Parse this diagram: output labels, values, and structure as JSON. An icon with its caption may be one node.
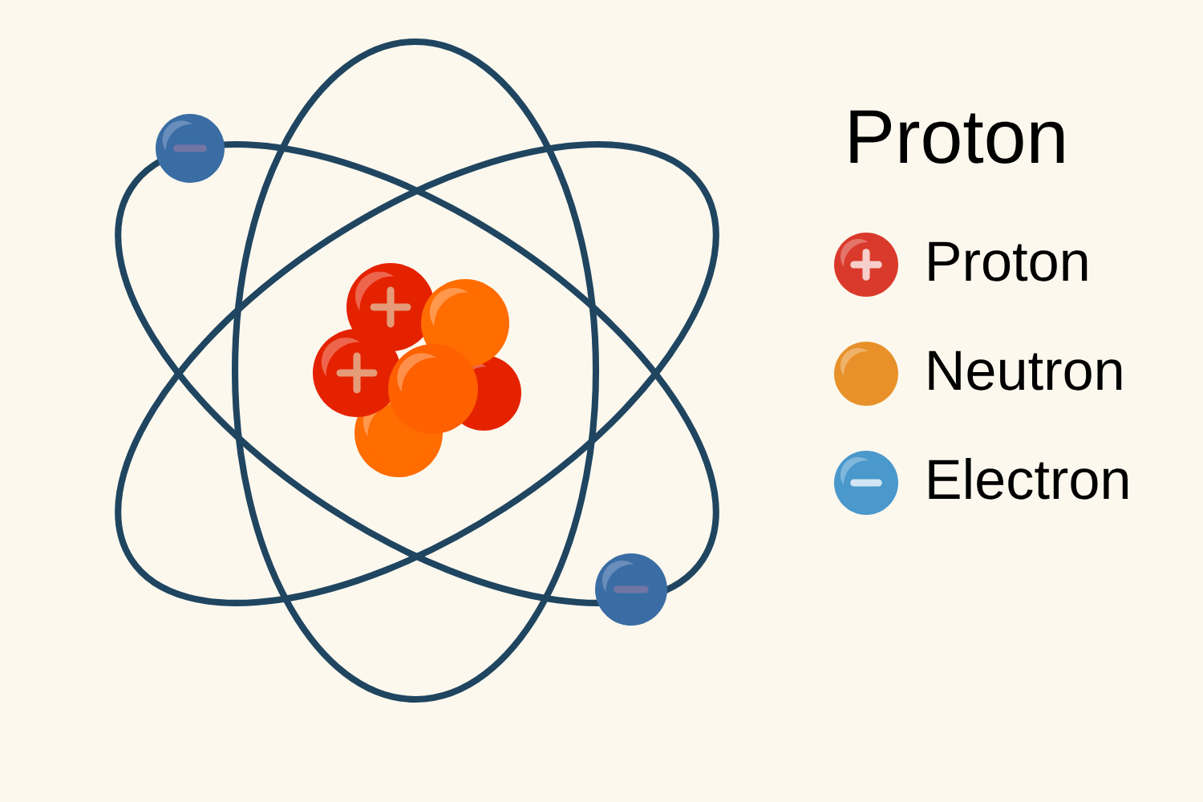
{
  "diagram": {
    "title": "Proton",
    "legend": [
      {
        "text": "Proton",
        "color": "#d93a2b"
      },
      {
        "text": "Neutron",
        "color": "#e8912a"
      },
      {
        "text": "Electron",
        "color": "#4a98cc"
      }
    ]
  }
}
